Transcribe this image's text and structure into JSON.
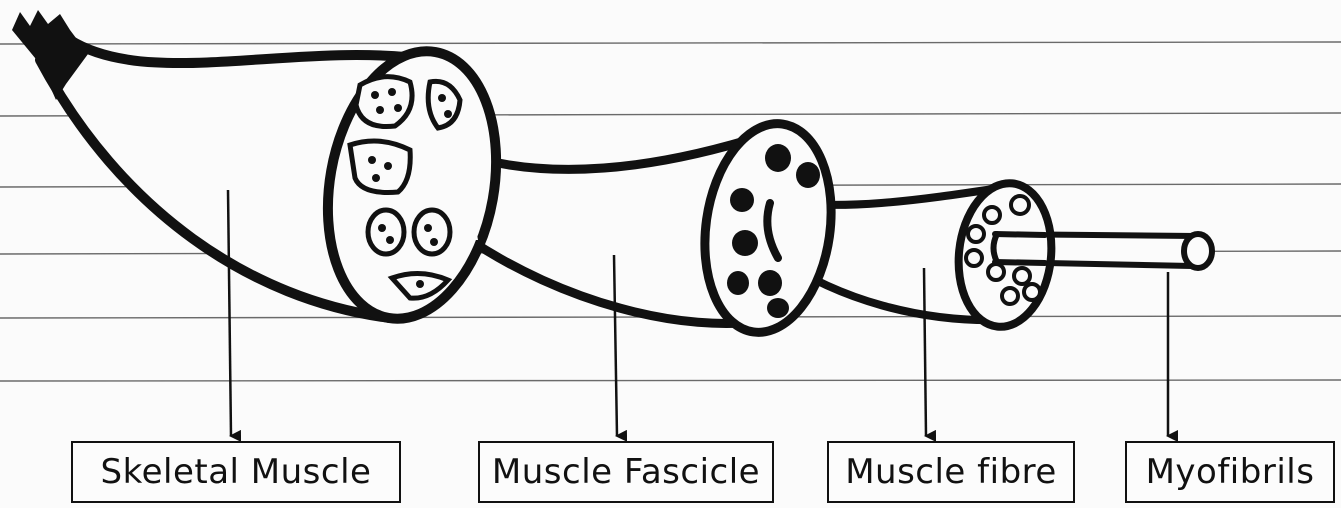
{
  "labels": {
    "skeletal_muscle": "Skeletal Muscle",
    "muscle_fascicle": "Muscle Fascicle",
    "muscle_fibre": "Muscle fibre",
    "myofibrils": "Myofibrils"
  },
  "colors": {
    "ink": "#111111",
    "ruled_line": "#6a6a6a",
    "paper": "#fbfbfb"
  }
}
